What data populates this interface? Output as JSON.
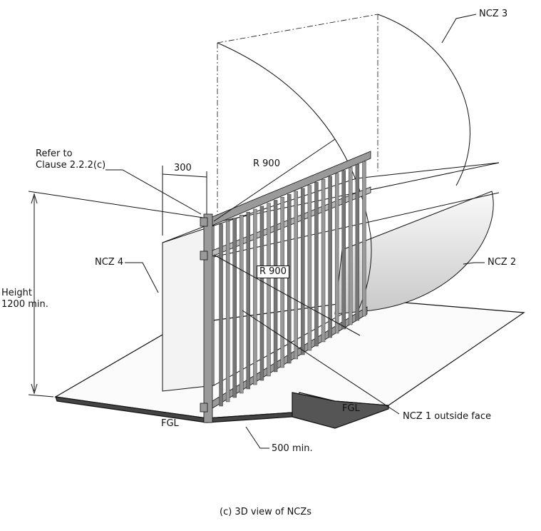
{
  "labels": {
    "ncz3": "NCZ 3",
    "r900_top": "R 900",
    "refer_line1": "Refer to",
    "refer_line2": "Clause 2.2.2(c)",
    "dim300": "300",
    "height_line1": "Height",
    "height_line2": "1200 min.",
    "ncz4": "NCZ 4",
    "r900_mid": "R 900",
    "ncz2": "NCZ 2",
    "fgl_left": "FGL",
    "fgl_right": "FGL",
    "ncz1": "NCZ 1 outside face",
    "dim500": "500 min."
  },
  "caption": "(c) 3D view of NCZs",
  "colors": {
    "line": "#111111",
    "fill_light": "#eeeeee",
    "fill_dark": "#555555",
    "fence": "#8a8a8a"
  }
}
